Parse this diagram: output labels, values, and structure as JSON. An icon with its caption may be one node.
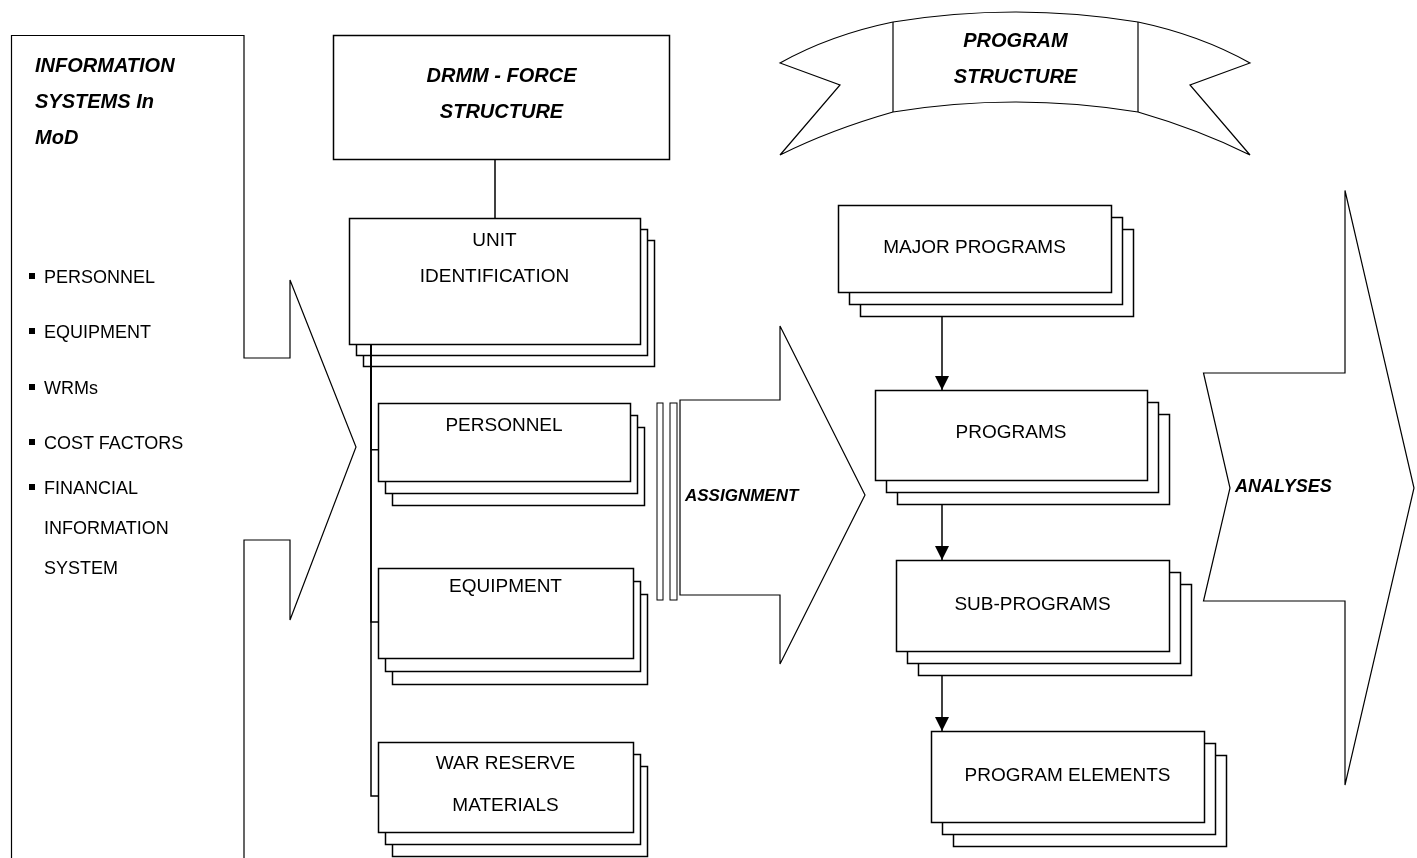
{
  "diagram": {
    "nodes": [
      {
        "text": [
          "INFORMATION SYSTEMS In MoD",
          "PERSONNEL",
          "EQUIPMENT",
          "WRMs",
          "COST FACTORS",
          "FINANCIAL INFORMATION SYSTEM"
        ]
      },
      {
        "text": [
          "DRMM - FORCE STRUCTURE"
        ]
      },
      {
        "text": [
          "UNIT IDENTIFICATION"
        ]
      },
      {
        "text": [
          "PERSONNEL"
        ]
      },
      {
        "text": [
          "EQUIPMENT"
        ]
      },
      {
        "text": [
          "WAR RESERVE MATERIALS"
        ]
      },
      {
        "text": [
          "ASSIGNMENT"
        ]
      },
      {
        "text": [
          "PROGRAM STRUCTURE"
        ]
      },
      {
        "text": [
          "MAJOR PROGRAMS"
        ]
      },
      {
        "text": [
          "PROGRAMS"
        ]
      },
      {
        "text": [
          "SUB-PROGRAMS"
        ]
      },
      {
        "text": [
          "PROGRAM ELEMENTS"
        ]
      },
      {
        "text": [
          "ANALYSES"
        ]
      }
    ],
    "edges": [
      {
        "from": 1,
        "to": 2,
        "arrow": "none"
      },
      {
        "from": 2,
        "to": 3,
        "arrow": "none"
      },
      {
        "from": 2,
        "to": 4,
        "arrow": "none"
      },
      {
        "from": 2,
        "to": 5,
        "arrow": "none"
      },
      {
        "from": 8,
        "to": 9,
        "arrow": "to"
      },
      {
        "from": 9,
        "to": 10,
        "arrow": "to"
      },
      {
        "from": 10,
        "to": 11,
        "arrow": "to"
      }
    ]
  }
}
